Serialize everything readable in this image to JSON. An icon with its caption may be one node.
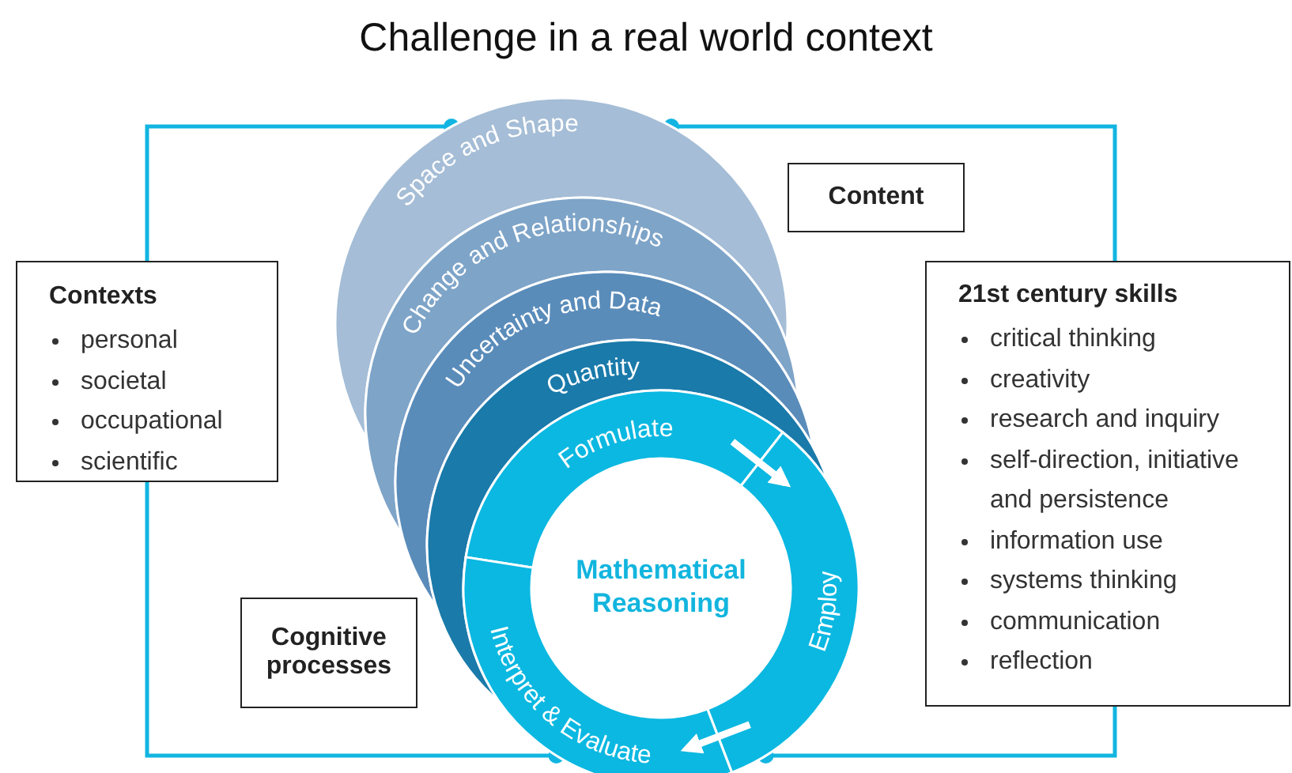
{
  "diagram": {
    "title": "Challenge in a real world context",
    "nodes": [
      {
        "text": [
          "Contexts",
          "personal",
          "societal",
          "occupational",
          "scientific"
        ]
      },
      {
        "text": [
          "Content"
        ]
      },
      {
        "text": [
          "21st century skills",
          "critical thinking",
          "creativity",
          "research and inquiry",
          "self-direction, initiative and persistence",
          "information use",
          "systems thinking",
          "communication",
          "reflection"
        ]
      },
      {
        "text": [
          "Cognitive processes"
        ]
      },
      {
        "text": [
          "Space and Shape"
        ]
      },
      {
        "text": [
          "Change and Relationships"
        ]
      },
      {
        "text": [
          "Uncertainty and Data"
        ]
      },
      {
        "text": [
          "Quantity"
        ]
      },
      {
        "text": [
          "Formulate"
        ]
      },
      {
        "text": [
          "Employ"
        ]
      },
      {
        "text": [
          "Interpret & Evaluate"
        ]
      },
      {
        "text": [
          "Mathematical Reasoning"
        ]
      }
    ],
    "edges": [
      {
        "from": 0,
        "to": 4,
        "arrow": "other"
      },
      {
        "from": 2,
        "to": 4,
        "arrow": "other"
      },
      {
        "from": 0,
        "to": 10,
        "arrow": "other"
      },
      {
        "from": 2,
        "to": 9,
        "arrow": "other"
      },
      {
        "from": 8,
        "to": 9,
        "arrow": "to",
        "style": "thick",
        "color": "#ffffff"
      },
      {
        "from": 9,
        "to": 10,
        "arrow": "to",
        "style": "thick",
        "color": "#ffffff"
      }
    ]
  }
}
